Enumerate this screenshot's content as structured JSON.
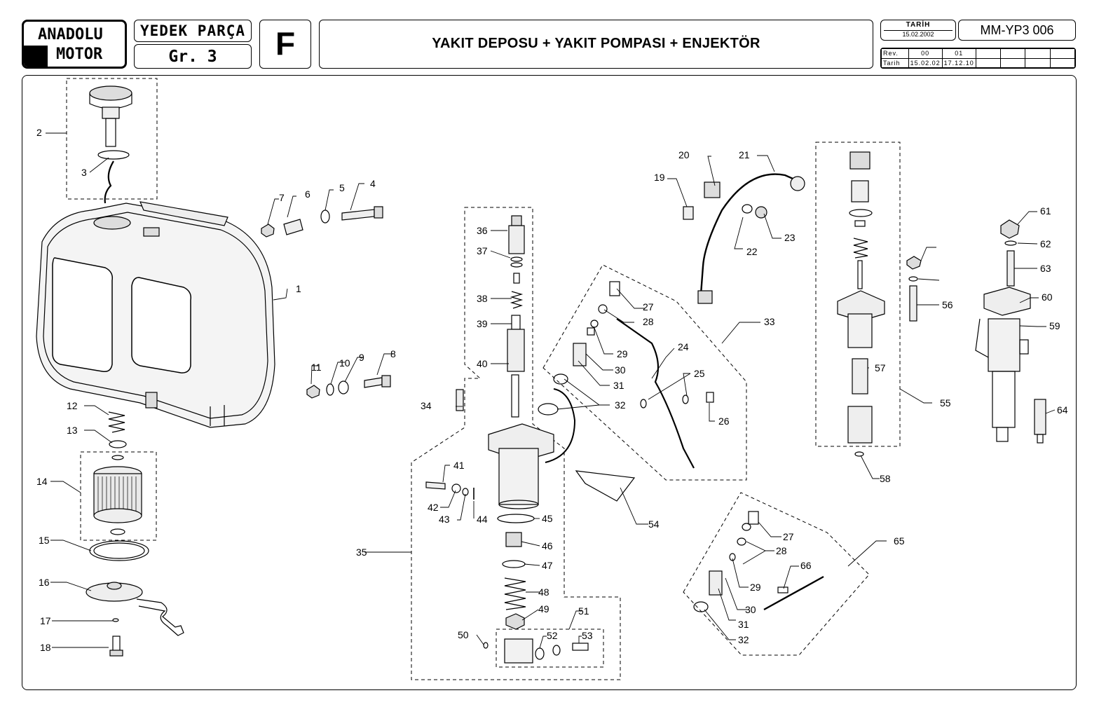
{
  "header": {
    "logo_line1": "ANADOLU",
    "logo_line2": "MOTOR",
    "spare_part_label": "YEDEK PARÇA",
    "group_label": "Gr. 3",
    "section_letter": "F",
    "title": "YAKIT DEPOSU + YAKIT POMPASI + ENJEKTÖR",
    "date_label": "TARİH",
    "date_value": "15.02.2002",
    "doc_code": "MM-YP3 006",
    "revision_table": {
      "row1_label": "Rev.",
      "row2_label": "Tarih",
      "revisions": [
        {
          "rev": "00",
          "date": "15.02.02"
        },
        {
          "rev": "01",
          "date": "17.12.10"
        }
      ]
    }
  },
  "callouts": [
    "1",
    "2",
    "3",
    "4",
    "5",
    "6",
    "7",
    "8",
    "9",
    "10",
    "11",
    "12",
    "13",
    "14",
    "15",
    "16",
    "17",
    "18",
    "19",
    "20",
    "21",
    "22",
    "23",
    "24",
    "25",
    "26",
    "27",
    "28",
    "29",
    "30",
    "31",
    "32",
    "33",
    "34",
    "35",
    "36",
    "37",
    "38",
    "39",
    "40",
    "41",
    "42",
    "43",
    "44",
    "45",
    "46",
    "47",
    "48",
    "49",
    "50",
    "51",
    "52",
    "53",
    "54",
    "55",
    "56",
    "57",
    "58",
    "59",
    "60",
    "61",
    "62",
    "63",
    "64",
    "65",
    "66"
  ]
}
